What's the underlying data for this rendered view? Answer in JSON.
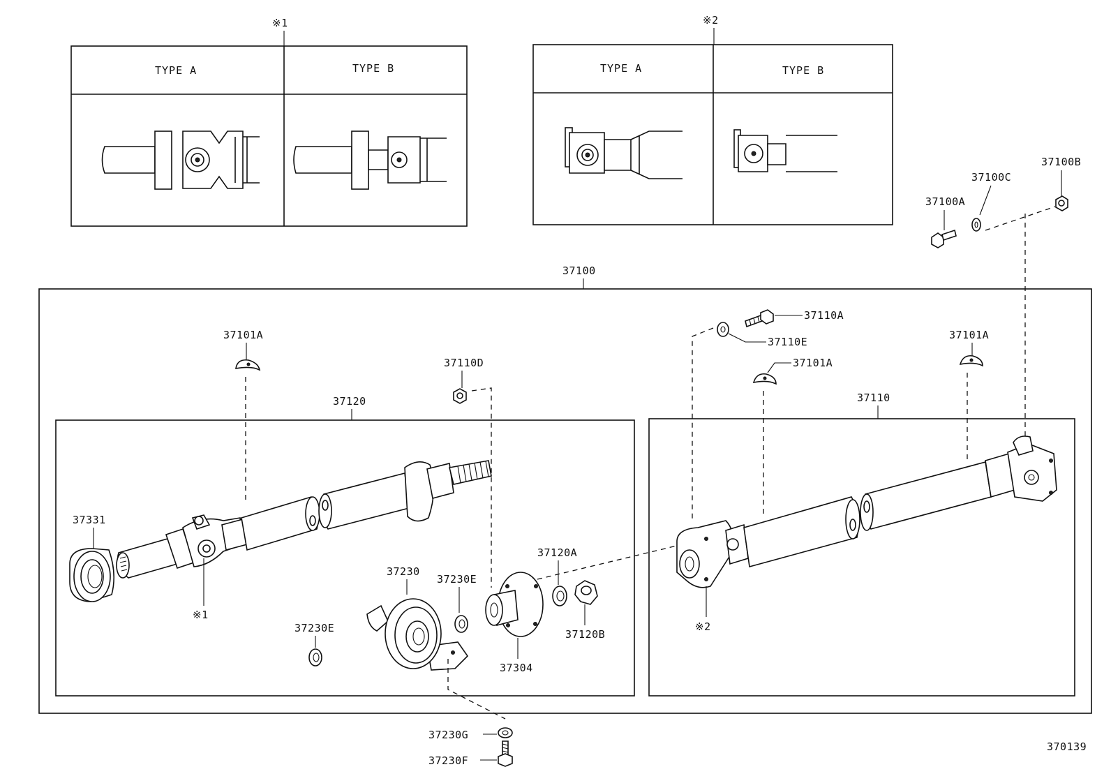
{
  "inset1": {
    "mark": "※1",
    "type_a": "TYPE A",
    "type_b": "TYPE B"
  },
  "inset2": {
    "mark": "※2",
    "type_a": "TYPE A",
    "type_b": "TYPE B"
  },
  "labels": {
    "assembly": "37100",
    "front_shaft": "37120",
    "rear_shaft": "37110",
    "bolt_37100a": "37100A",
    "washer_37100c": "37100C",
    "nut_37100b": "37100B",
    "bolt_37110a": "37110A",
    "washer_37110e": "37110E",
    "weight_left": "37101A",
    "weight_center": "37101A",
    "weight_right": "37101A",
    "nut_37110d": "37110D",
    "dust_deflector": "37331",
    "joint_mark_1": "※1",
    "joint_mark_2": "※2",
    "bearing": "37230",
    "spacer_right": "37230E",
    "spacer_left": "37230E",
    "flange": "37304",
    "washer_37120a": "37120A",
    "nut_37120b": "37120B",
    "washer_37230g": "37230G",
    "bolt_37230f": "37230F",
    "diagram_code": "370139"
  }
}
